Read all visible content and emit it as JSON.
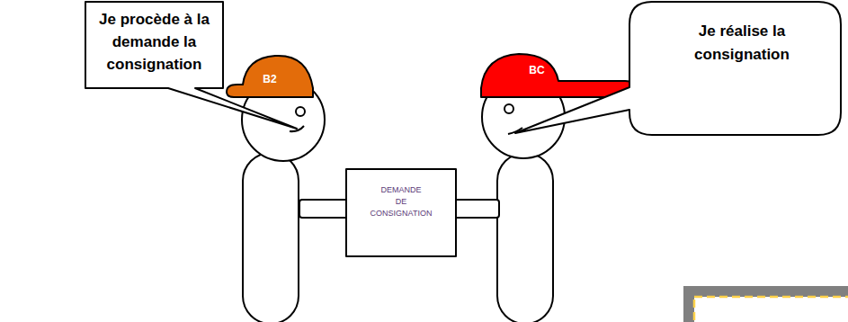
{
  "diagram": {
    "nodes": [
      {
        "text": [
          "Je procède à la demande la consignation"
        ]
      },
      {
        "text": [
          "B2"
        ]
      },
      {
        "text": [
          "BC"
        ]
      },
      {
        "text": [
          "Je réalise la consignation"
        ]
      },
      {
        "text": [
          "DEMANDE DE CONSIGNATION"
        ]
      }
    ]
  }
}
